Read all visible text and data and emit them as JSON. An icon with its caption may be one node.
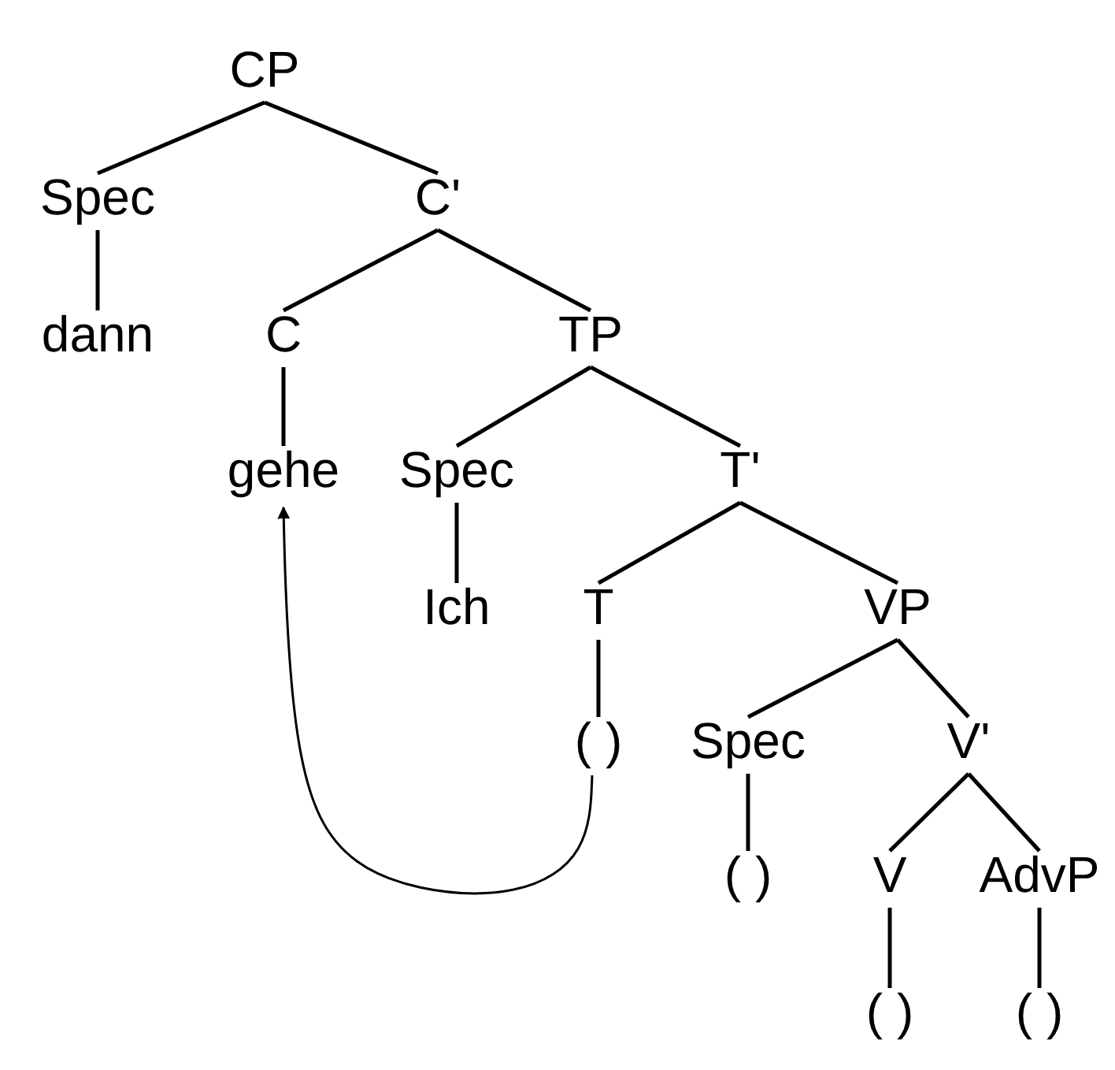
{
  "diagram": {
    "nodes": [
      {
        "text": [
          "CP"
        ]
      },
      {
        "text": [
          "Spec"
        ]
      },
      {
        "text": [
          "C'"
        ]
      },
      {
        "text": [
          "dann"
        ]
      },
      {
        "text": [
          "C"
        ]
      },
      {
        "text": [
          "TP"
        ]
      },
      {
        "text": [
          "gehe"
        ]
      },
      {
        "text": [
          "Spec"
        ]
      },
      {
        "text": [
          "T'"
        ]
      },
      {
        "text": [
          "Ich"
        ]
      },
      {
        "text": [
          "T"
        ]
      },
      {
        "text": [
          "VP"
        ]
      },
      {
        "text": [
          "( )"
        ]
      },
      {
        "text": [
          "Spec"
        ]
      },
      {
        "text": [
          "V'"
        ]
      },
      {
        "text": [
          "( )"
        ]
      },
      {
        "text": [
          "V"
        ]
      },
      {
        "text": [
          "AdvP"
        ]
      },
      {
        "text": [
          "( )"
        ]
      },
      {
        "text": [
          "( )"
        ]
      }
    ],
    "edges": [
      {
        "from": 0,
        "to": 1,
        "arrow": "none"
      },
      {
        "from": 0,
        "to": 2,
        "arrow": "none"
      },
      {
        "from": 1,
        "to": 3,
        "arrow": "none"
      },
      {
        "from": 2,
        "to": 4,
        "arrow": "none"
      },
      {
        "from": 2,
        "to": 5,
        "arrow": "none"
      },
      {
        "from": 4,
        "to": 6,
        "arrow": "none"
      },
      {
        "from": 5,
        "to": 7,
        "arrow": "none"
      },
      {
        "from": 5,
        "to": 8,
        "arrow": "none"
      },
      {
        "from": 7,
        "to": 9,
        "arrow": "none"
      },
      {
        "from": 8,
        "to": 10,
        "arrow": "none"
      },
      {
        "from": 8,
        "to": 11,
        "arrow": "none"
      },
      {
        "from": 10,
        "to": 12,
        "arrow": "none"
      },
      {
        "from": 11,
        "to": 13,
        "arrow": "none"
      },
      {
        "from": 11,
        "to": 14,
        "arrow": "none"
      },
      {
        "from": 13,
        "to": 15,
        "arrow": "none"
      },
      {
        "from": 14,
        "to": 16,
        "arrow": "none"
      },
      {
        "from": 14,
        "to": 17,
        "arrow": "none"
      },
      {
        "from": 16,
        "to": 18,
        "arrow": "none"
      },
      {
        "from": 17,
        "to": 19,
        "arrow": "none"
      },
      {
        "from": 12,
        "to": 6,
        "arrow": "to"
      }
    ]
  }
}
